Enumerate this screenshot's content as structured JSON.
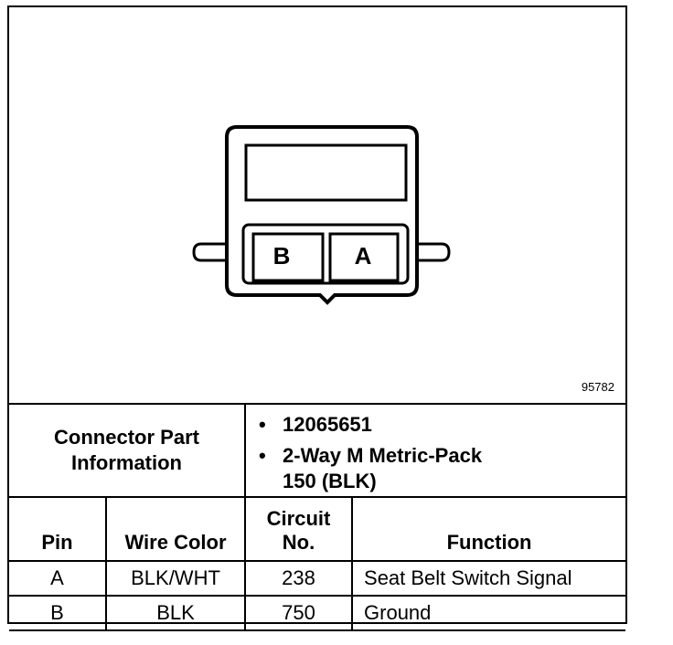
{
  "diagram": {
    "figure_number": "95782",
    "pin_labels": [
      "B",
      "A"
    ]
  },
  "connector_info": {
    "label_line1": "Connector Part",
    "label_line2": "Information",
    "bullet": "•",
    "part_number": "12065651",
    "description_line1": "2-Way M Metric-Pack",
    "description_line2": "150 (BLK)"
  },
  "table": {
    "headers": {
      "pin": "Pin",
      "wire_color": "Wire Color",
      "circuit_line1": "Circuit",
      "circuit_line2": "No.",
      "function": "Function"
    },
    "rows": [
      {
        "pin": "A",
        "wire_color": "BLK/WHT",
        "circuit": "238",
        "function": "Seat Belt Switch Signal"
      },
      {
        "pin": "B",
        "wire_color": "BLK",
        "circuit": "750",
        "function": "Ground"
      }
    ]
  }
}
